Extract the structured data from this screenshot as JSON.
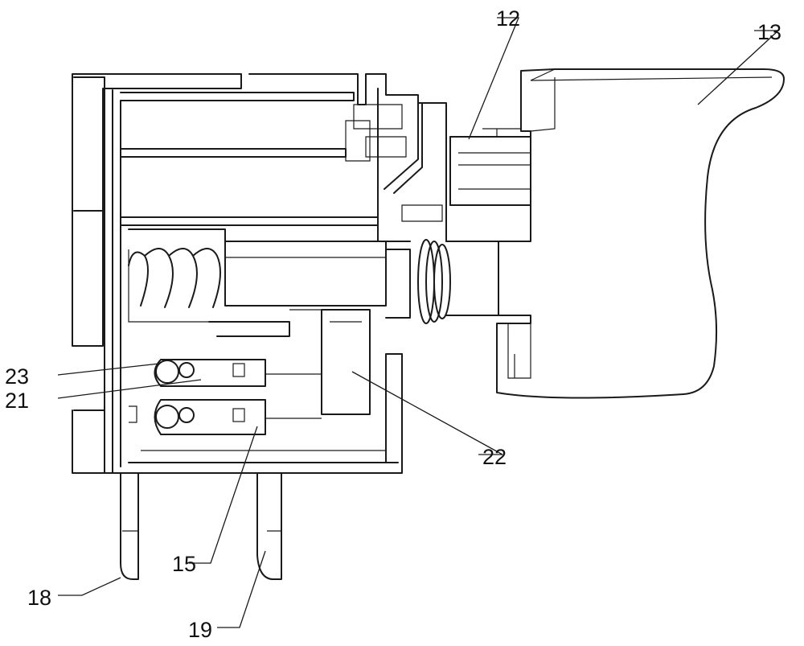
{
  "figure": {
    "labels": [
      {
        "id": "12",
        "text": "12"
      },
      {
        "id": "13",
        "text": "13"
      },
      {
        "id": "23",
        "text": "23"
      },
      {
        "id": "21",
        "text": "21"
      },
      {
        "id": "22",
        "text": "22"
      },
      {
        "id": "15",
        "text": "15"
      },
      {
        "id": "18",
        "text": "18"
      },
      {
        "id": "19",
        "text": "19"
      }
    ]
  }
}
